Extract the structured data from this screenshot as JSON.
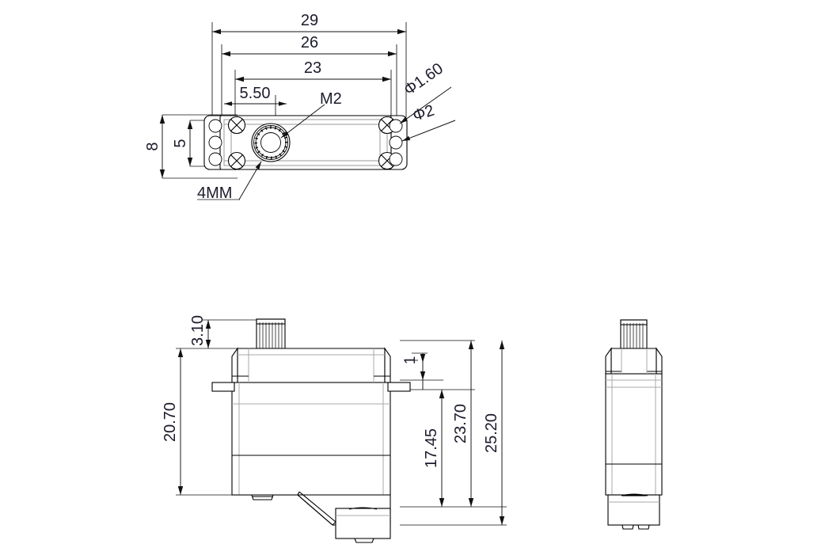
{
  "drawing": {
    "type": "engineering-dimension-drawing",
    "subject": "micro servo motor",
    "units": "mm",
    "background_color": "#ffffff",
    "line_color": "#000000",
    "secondary_line_color": "#9a9a9a",
    "text_color": "#1b1b2b"
  },
  "views": {
    "top": {
      "name": "top-view",
      "dimensions": {
        "overall_length": "29",
        "mount_hole_span": "26",
        "inner_span": "23",
        "edge_to_hole": "5.50",
        "overall_width": "8",
        "inner_width": "5"
      },
      "labels": {
        "spline_thread": "M2",
        "spline_size": "4MM",
        "hole_small": "Φ1.60",
        "hole_large": "Φ2"
      }
    },
    "front": {
      "name": "front-view",
      "dimensions": {
        "spline_height": "3.10",
        "body_height": "20.70",
        "tab_thickness": "1",
        "mount_to_bottom": "17.45",
        "tab_to_bottom": "23.70",
        "total_height": "25.20"
      }
    },
    "side": {
      "name": "side-view",
      "dimensions": {}
    }
  },
  "dimension_values": [
    {
      "id": "d-29",
      "text": "29",
      "view": "top",
      "orientation": "horizontal"
    },
    {
      "id": "d-26",
      "text": "26",
      "view": "top",
      "orientation": "horizontal"
    },
    {
      "id": "d-23",
      "text": "23",
      "view": "top",
      "orientation": "horizontal"
    },
    {
      "id": "d-550",
      "text": "5.50",
      "view": "top",
      "orientation": "horizontal"
    },
    {
      "id": "d-8",
      "text": "8",
      "view": "top",
      "orientation": "vertical"
    },
    {
      "id": "d-5",
      "text": "5",
      "view": "top",
      "orientation": "vertical"
    },
    {
      "id": "d-m2",
      "text": "M2",
      "view": "top",
      "orientation": "leader"
    },
    {
      "id": "d-4mm",
      "text": "4MM",
      "view": "top",
      "orientation": "leader"
    },
    {
      "id": "d-phi160",
      "text": "Φ1.60",
      "view": "top",
      "orientation": "leader"
    },
    {
      "id": "d-phi2",
      "text": "Φ2",
      "view": "top",
      "orientation": "leader"
    },
    {
      "id": "d-310",
      "text": "3.10",
      "view": "front",
      "orientation": "vertical"
    },
    {
      "id": "d-2070",
      "text": "20.70",
      "view": "front",
      "orientation": "vertical"
    },
    {
      "id": "d-1",
      "text": "1",
      "view": "front",
      "orientation": "vertical"
    },
    {
      "id": "d-1745",
      "text": "17.45",
      "view": "front",
      "orientation": "vertical"
    },
    {
      "id": "d-2370",
      "text": "23.70",
      "view": "front",
      "orientation": "vertical"
    },
    {
      "id": "d-2520",
      "text": "25.20",
      "view": "front",
      "orientation": "vertical"
    }
  ]
}
